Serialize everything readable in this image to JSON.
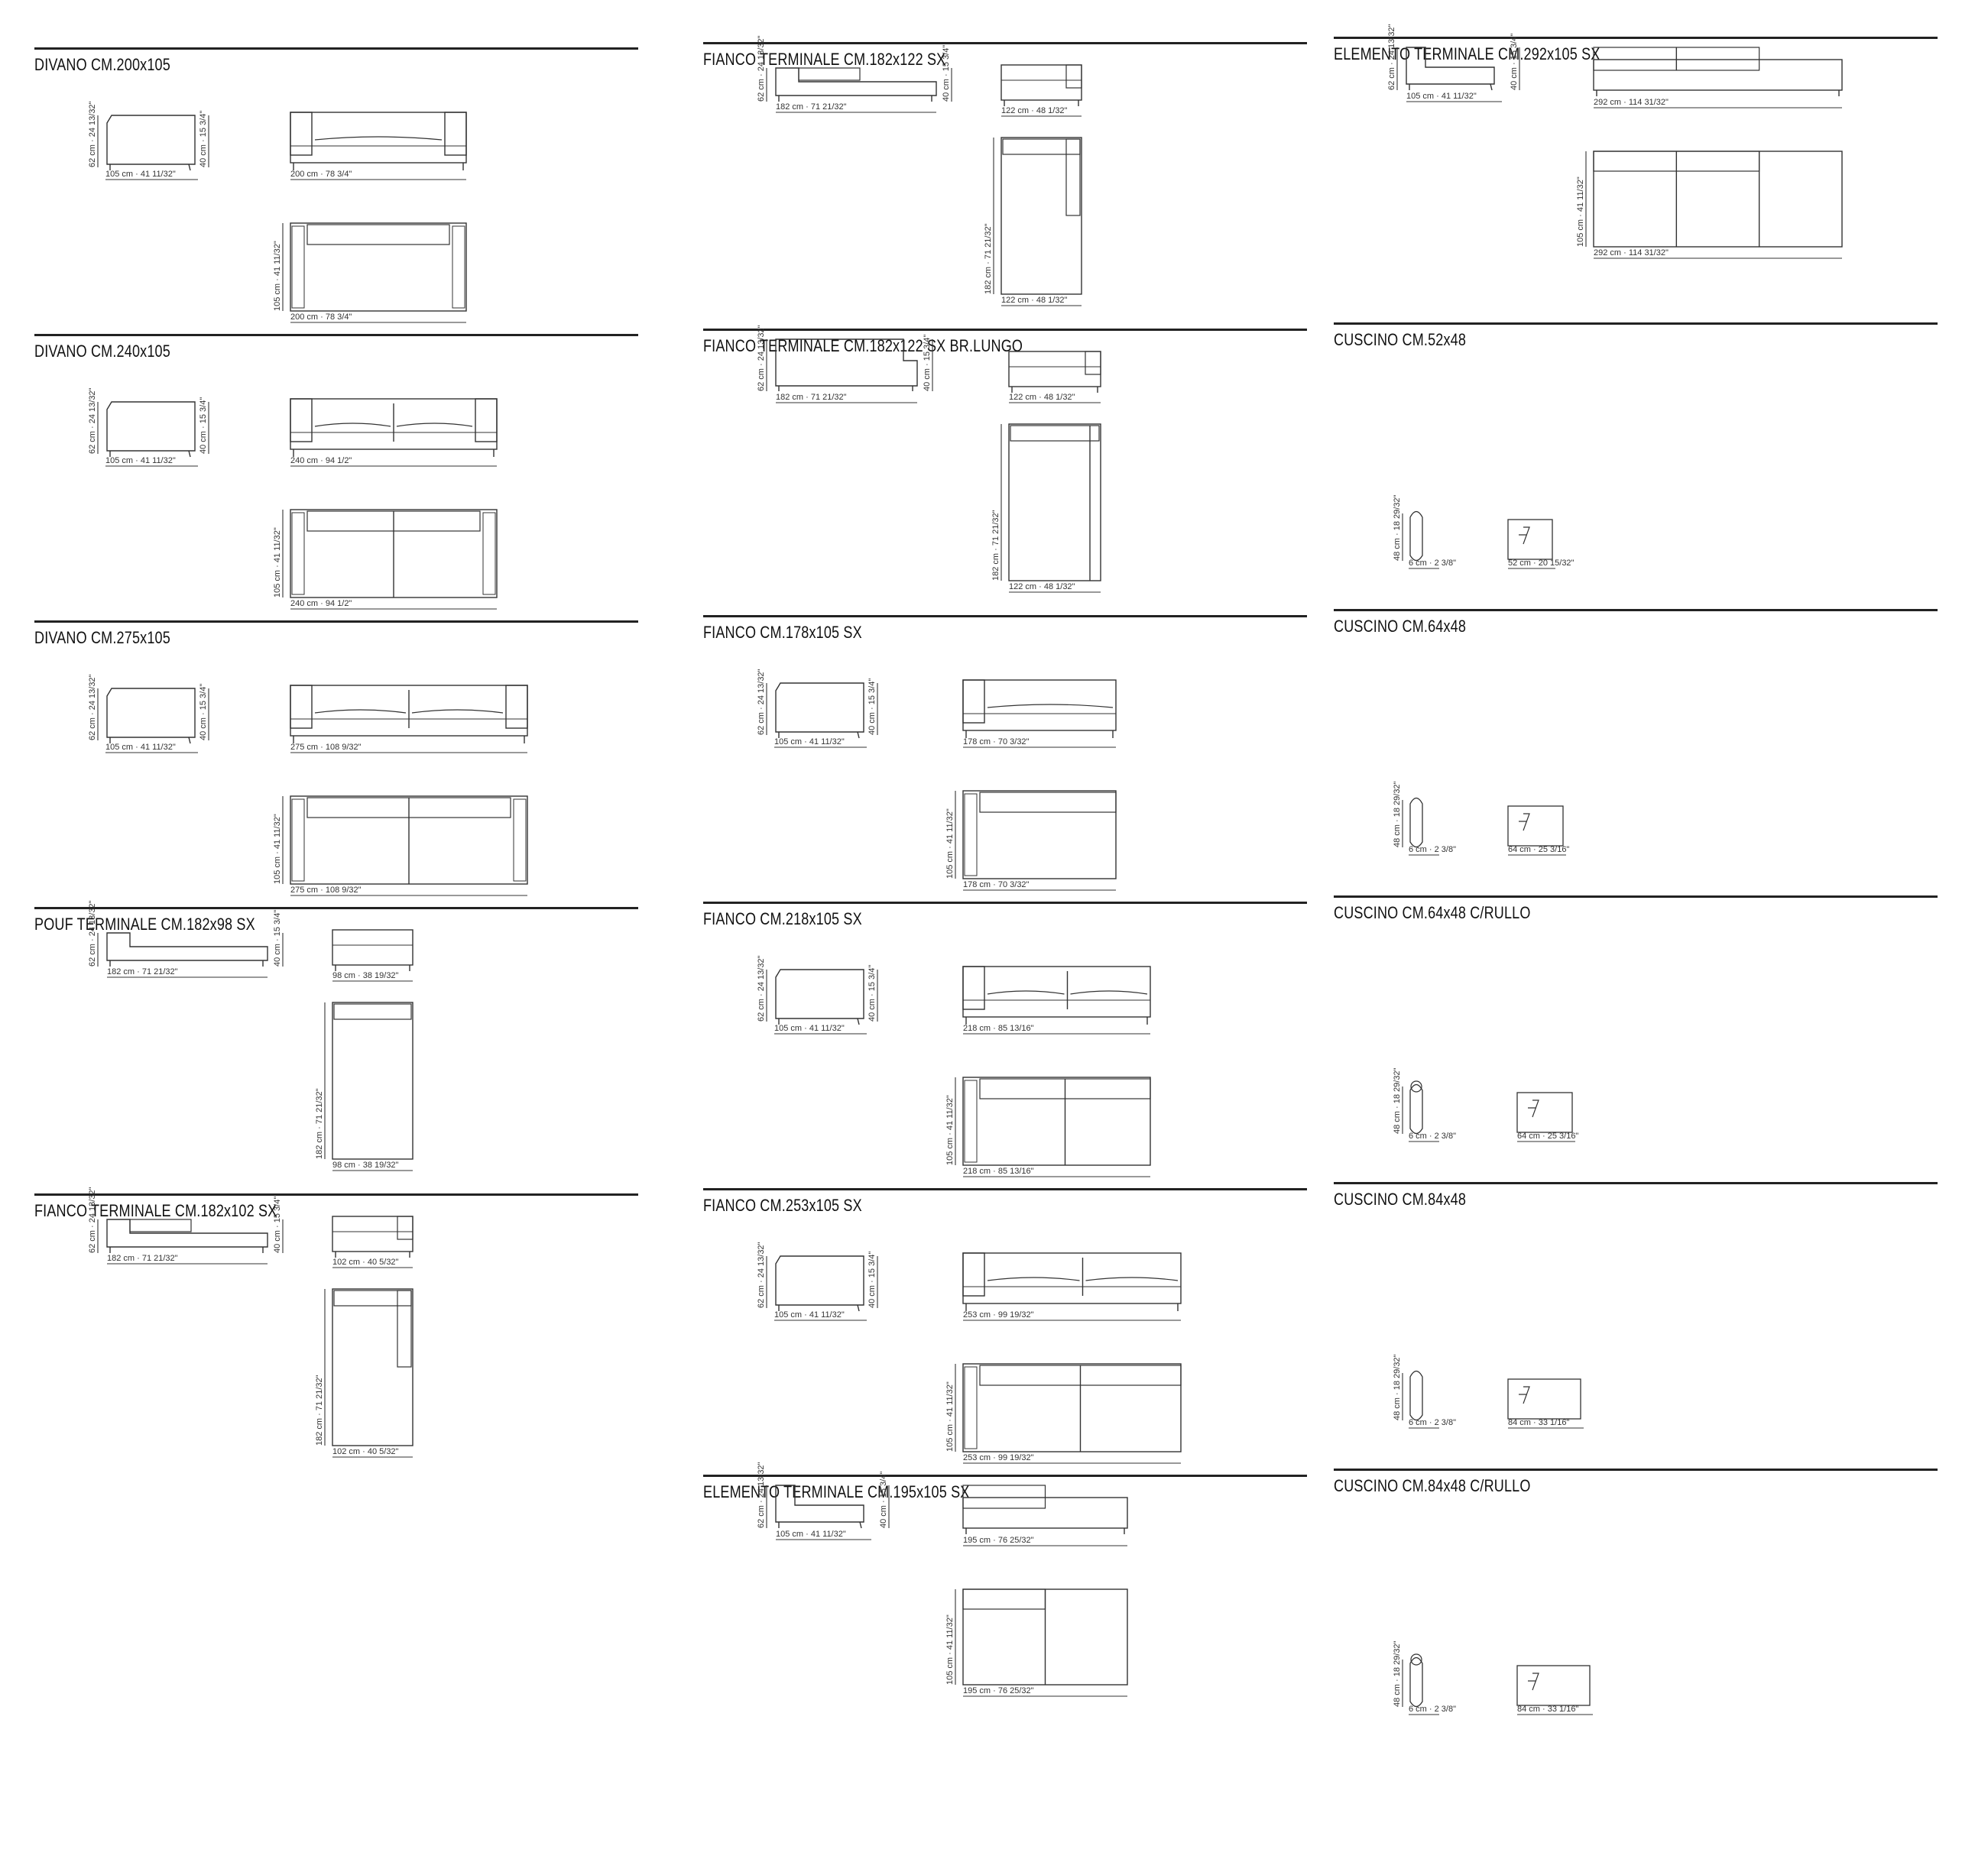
{
  "sheet": {
    "columns": [
      [
        {
          "id": "divano-200",
          "title": "DIVANO CM.200x105",
          "type": "sofa",
          "seats": 1,
          "side": "105 cm · 41 11/32\"",
          "h1": "62 cm · 24 13/32\"",
          "h2": "40 cm · 15 3/4\"",
          "front": "200 cm · 78 3/4\"",
          "top": "200 cm · 78 3/4\"",
          "depth": "105 cm · 41 11/32\""
        },
        {
          "id": "divano-240",
          "title": "DIVANO CM.240x105",
          "type": "sofa",
          "seats": 2,
          "side": "105 cm · 41 11/32\"",
          "h1": "62 cm · 24 13/32\"",
          "h2": "40 cm · 15 3/4\"",
          "front": "240 cm · 94 1/2\"",
          "top": "240 cm · 94 1/2\"",
          "depth": "105 cm · 41 11/32\""
        },
        {
          "id": "divano-275",
          "title": "DIVANO CM.275x105",
          "type": "sofa",
          "seats": 2,
          "side": "105 cm · 41 11/32\"",
          "h1": "62 cm · 24 13/32\"",
          "h2": "40 cm · 15 3/4\"",
          "front": "275 cm · 108 9/32\"",
          "top": "275 cm · 108 9/32\"",
          "depth": "105 cm · 41 11/32\""
        },
        {
          "id": "pouf-182",
          "title": "POUF TERMINALE CM.182x98 SX",
          "type": "chaise",
          "side": "182 cm · 71 21/32\"",
          "h1": "62 cm · 24 13/32\"",
          "h2": "40 cm · 15 3/4\"",
          "front": "98 cm · 38 19/32\"",
          "top": "98 cm · 38 19/32\"",
          "depth": "182 cm · 71 21/32\""
        },
        {
          "id": "fianco-182x102",
          "title": "FIANCO TERMINALE CM.182x102 SX",
          "type": "chaise-arm",
          "side": "182 cm · 71 21/32\"",
          "h1": "62 cm · 24 13/32\"",
          "h2": "40 cm · 15 3/4\"",
          "front": "102 cm · 40 5/32\"",
          "top": "102 cm · 40 5/32\"",
          "depth": "182 cm · 71 21/32\""
        }
      ],
      [
        {
          "id": "fianco-182x122",
          "title": "FIANCO TERMINALE CM.182x122 SX",
          "type": "chaise-arm",
          "side": "182 cm · 71 21/32\"",
          "h1": "62 cm · 24 13/32\"",
          "h2": "40 cm · 15 3/4\"",
          "front": "122 cm · 48 1/32\"",
          "top": "122 cm · 48 1/32\"",
          "depth": "182 cm · 71 21/32\""
        },
        {
          "id": "fianco-182x122-lungo",
          "title": "FIANCO TERMINALE CM.182x122 SX BR.LUNGO",
          "type": "chaise-long",
          "side": "182 cm · 71 21/32\"",
          "h1": "62 cm · 24 13/32\"",
          "h2": "40 cm · 15 3/4\"",
          "front": "122 cm · 48 1/32\"",
          "top": "122 cm · 48 1/32\"",
          "depth": "182 cm · 71 21/32\""
        },
        {
          "id": "fianco-178",
          "title": "FIANCO CM.178x105 SX",
          "type": "sofa-l",
          "seats": 1,
          "side": "105 cm · 41 11/32\"",
          "h1": "62 cm · 24 13/32\"",
          "h2": "40 cm · 15 3/4\"",
          "front": "178 cm · 70 3/32\"",
          "top": "178 cm · 70 3/32\"",
          "depth": "105 cm · 41 11/32\""
        },
        {
          "id": "fianco-218",
          "title": "FIANCO CM.218x105 SX",
          "type": "sofa-l",
          "seats": 2,
          "side": "105 cm · 41 11/32\"",
          "h1": "62 cm · 24 13/32\"",
          "h2": "40 cm · 15 3/4\"",
          "front": "218 cm · 85 13/16\"",
          "top": "218 cm · 85 13/16\"",
          "depth": "105 cm · 41 11/32\""
        },
        {
          "id": "fianco-253",
          "title": "FIANCO CM.253x105 SX",
          "type": "sofa-l",
          "seats": 2,
          "side": "105 cm · 41 11/32\"",
          "h1": "62 cm · 24 13/32\"",
          "h2": "40 cm · 15 3/4\"",
          "front": "253 cm · 99 19/32\"",
          "top": "253 cm · 99 19/32\"",
          "depth": "105 cm · 41 11/32\""
        },
        {
          "id": "elemento-195",
          "title": "ELEMENTO TERMINALE CM.195x105 SX",
          "type": "element",
          "side": "105 cm · 41 11/32\"",
          "h1": "62 cm · 24 13/32\"",
          "h2": "40 cm · 15 3/4\"",
          "front": "195 cm · 76 25/32\"",
          "top": "195 cm · 76 25/32\"",
          "depth": "105 cm · 41 11/32\""
        }
      ],
      [
        {
          "id": "elemento-292",
          "title": "ELEMENTO TERMINALE CM.292x105 SX",
          "type": "element3",
          "side": "105 cm · 41 11/32\"",
          "h1": "62 cm · 24 13/32\"",
          "h2": "40 cm · 15 3/4\"",
          "front": "292 cm · 114 31/32\"",
          "top": "292 cm · 114 31/32\"",
          "depth": "105 cm · 41 11/32\""
        },
        {
          "id": "cuscino-52",
          "title": "CUSCINO CM.52x48",
          "type": "cushion",
          "thick": "6 cm · 2 3/8\"",
          "height": "48 cm · 18 29/32\"",
          "width": "52 cm · 20 15/32\""
        },
        {
          "id": "cuscino-64",
          "title": "CUSCINO CM.64x48",
          "type": "cushion",
          "thick": "6 cm · 2 3/8\"",
          "height": "48 cm · 18 29/32\"",
          "width": "64 cm · 25 3/16\""
        },
        {
          "id": "cuscino-64-rullo",
          "title": "CUSCINO CM.64x48 C/RULLO",
          "type": "cushion-roll",
          "thick": "6 cm · 2 3/8\"",
          "height": "48 cm · 18 29/32\"",
          "width": "64 cm · 25 3/16\""
        },
        {
          "id": "cuscino-84",
          "title": "CUSCINO CM.84x48",
          "type": "cushion",
          "thick": "6 cm · 2 3/8\"",
          "height": "48 cm · 18 29/32\"",
          "width": "84 cm · 33 1/16\""
        },
        {
          "id": "cuscino-84-rullo",
          "title": "CUSCINO CM.84x48 C/RULLO",
          "type": "cushion-roll",
          "thick": "6 cm · 2 3/8\"",
          "height": "48 cm · 18 29/32\"",
          "width": "84 cm · 33 1/16\""
        }
      ]
    ]
  }
}
